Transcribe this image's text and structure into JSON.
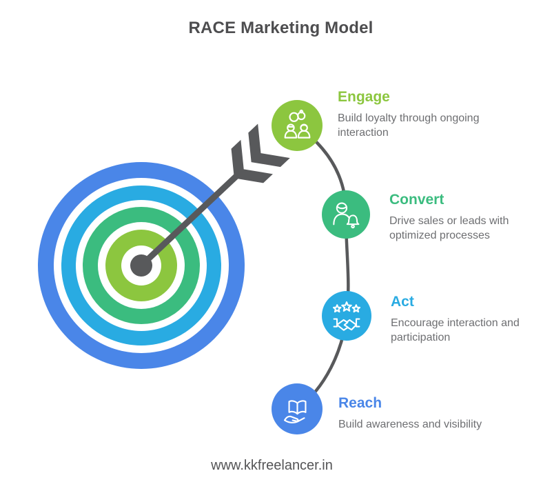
{
  "title": "RACE Marketing Model",
  "stages": [
    {
      "label": "Engage",
      "description": "Build loyalty through ongoing interaction",
      "color": "#8CC63F",
      "icon": "people-partnership-icon"
    },
    {
      "label": "Convert",
      "description": "Drive sales or leads with optimized processes",
      "color": "#3BBC7F",
      "icon": "person-bell-icon"
    },
    {
      "label": "Act",
      "description": "Encourage interaction and participation",
      "color": "#29ABE2",
      "icon": "stars-handshake-icon"
    },
    {
      "label": "Reach",
      "description": "Build awareness and visibility",
      "color": "#4A86E8",
      "icon": "book-hand-icon"
    }
  ],
  "target": {
    "rings": [
      "#4A86E8",
      "#29ABE2",
      "#3BBC7F",
      "#8CC63F"
    ],
    "arrow_color": "#58595B"
  },
  "palette": {
    "title_gray": "#4D4D4F",
    "text_gray": "#6D6E71",
    "white": "#FFFFFF"
  },
  "footer": {
    "website": "www.kkfreelancer.in"
  }
}
